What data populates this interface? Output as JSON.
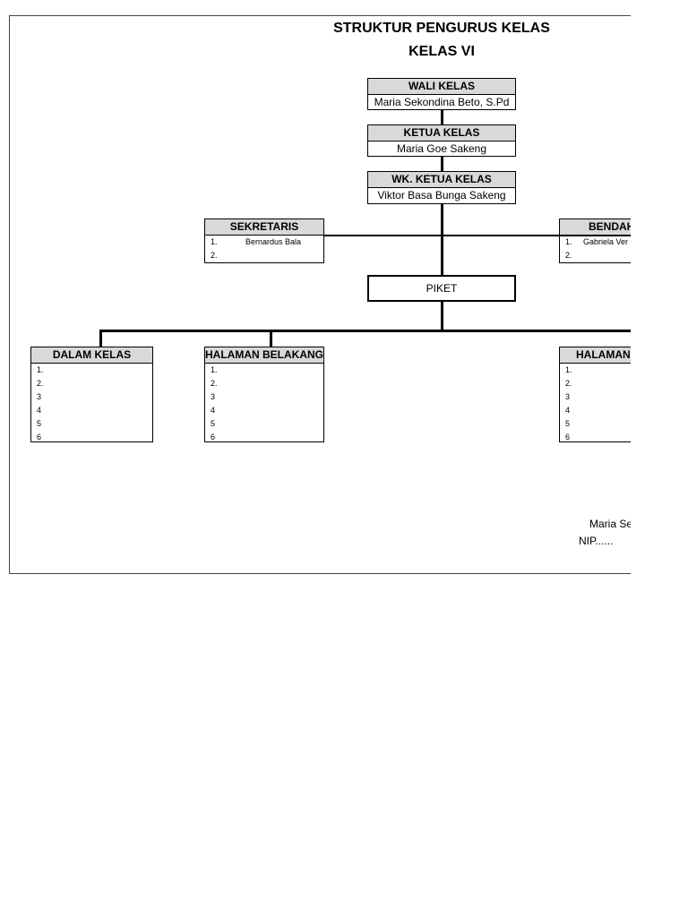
{
  "title": "STRUKTUR PENGURUS KELAS",
  "subtitle": "KELAS VI",
  "wali": {
    "label": "WALI KELAS",
    "name": "Maria Sekondina Beto, S.Pd"
  },
  "ketua": {
    "label": "KETUA KELAS",
    "name": "Maria Goe Sakeng"
  },
  "wakil": {
    "label": "WK. KETUA KELAS",
    "name": "Viktor Basa Bunga Sakeng"
  },
  "sekretaris": {
    "label": "SEKRETARIS",
    "rows": [
      {
        "n": "1.",
        "v": "Bernardus Bala"
      },
      {
        "n": "2.",
        "v": ""
      }
    ]
  },
  "bendahara": {
    "label": "BENDAH",
    "rows": [
      {
        "n": "1.",
        "v": "Gabriela Ver"
      },
      {
        "n": "2.",
        "v": ""
      }
    ]
  },
  "piket": {
    "label": "PIKET"
  },
  "dalam": {
    "label": "DALAM KELAS",
    "nums": [
      "1.",
      "2.",
      "3",
      "4",
      "5",
      "6"
    ]
  },
  "belakang": {
    "label": "HALAMAN BELAKANG",
    "nums": [
      "1.",
      "2.",
      "3",
      "4",
      "5",
      "6"
    ]
  },
  "depan": {
    "label": "HALAMAN",
    "nums": [
      "1.",
      "2.",
      "3",
      "4",
      "5",
      "6"
    ]
  },
  "signature": {
    "name": "Maria Se",
    "nip": "NIP......"
  }
}
